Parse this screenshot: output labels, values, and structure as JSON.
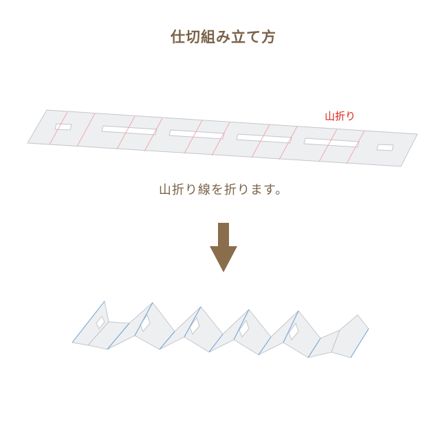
{
  "title": "仕切組み立て方",
  "fold_label": "山折り",
  "instruction": "山折り線を折ります。",
  "colors": {
    "text_brown": "#7a6248",
    "fold_red": "#e0251b",
    "arrow_brown": "#8a6e4b",
    "panel_fill": "#eeeff1",
    "panel_edge": "#c3c6cb",
    "fold_line_pink": "#f2a3a6",
    "edge_blue": "#6fa8dc"
  },
  "icons": {
    "arrow": "arrow-down-icon"
  }
}
